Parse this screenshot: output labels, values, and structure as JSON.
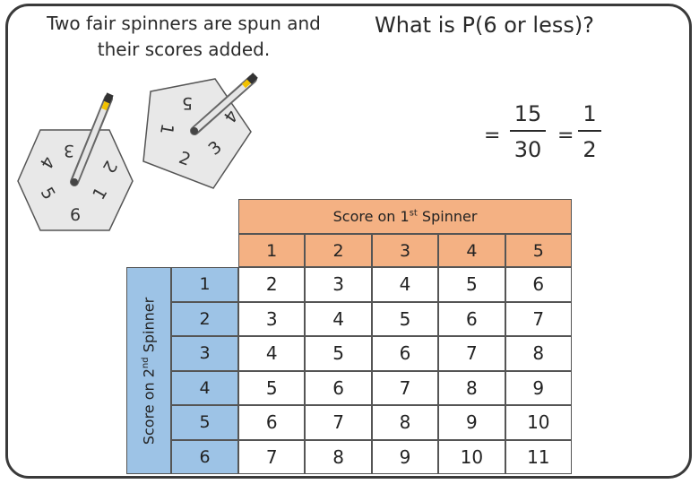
{
  "intro_text": "Two fair spinners are spun and their scores added.",
  "question": "What is P(6 or less)?",
  "answer": {
    "equals": "=",
    "fraction1": {
      "numerator": "15",
      "denominator": "30"
    },
    "fraction2": {
      "numerator": "1",
      "denominator": "2"
    }
  },
  "spinner_hexagon": {
    "labels": [
      "3",
      "2",
      "1",
      "6",
      "5",
      "4"
    ]
  },
  "spinner_pentagon": {
    "labels": [
      "5",
      "4",
      "3",
      "2",
      "1"
    ]
  },
  "table": {
    "header_top": {
      "prefix": "Score on 1",
      "sup": "st",
      "suffix": " Spinner"
    },
    "header_side": {
      "prefix": "Score on 2",
      "sup": "nd",
      "suffix": " Spinner"
    },
    "columns": [
      "1",
      "2",
      "3",
      "4",
      "5"
    ],
    "rows": [
      {
        "head": "1",
        "values": [
          "2",
          "3",
          "4",
          "5",
          "6"
        ]
      },
      {
        "head": "2",
        "values": [
          "3",
          "4",
          "5",
          "6",
          "7"
        ]
      },
      {
        "head": "3",
        "values": [
          "4",
          "5",
          "6",
          "7",
          "8"
        ]
      },
      {
        "head": "4",
        "values": [
          "5",
          "6",
          "7",
          "8",
          "9"
        ]
      },
      {
        "head": "5",
        "values": [
          "6",
          "7",
          "8",
          "9",
          "10"
        ]
      },
      {
        "head": "6",
        "values": [
          "7",
          "8",
          "9",
          "10",
          "11"
        ]
      }
    ]
  },
  "colors": {
    "top_header": "#f4b183",
    "side_header": "#9dc3e6",
    "spinner_fill": "#e8e8e8"
  }
}
